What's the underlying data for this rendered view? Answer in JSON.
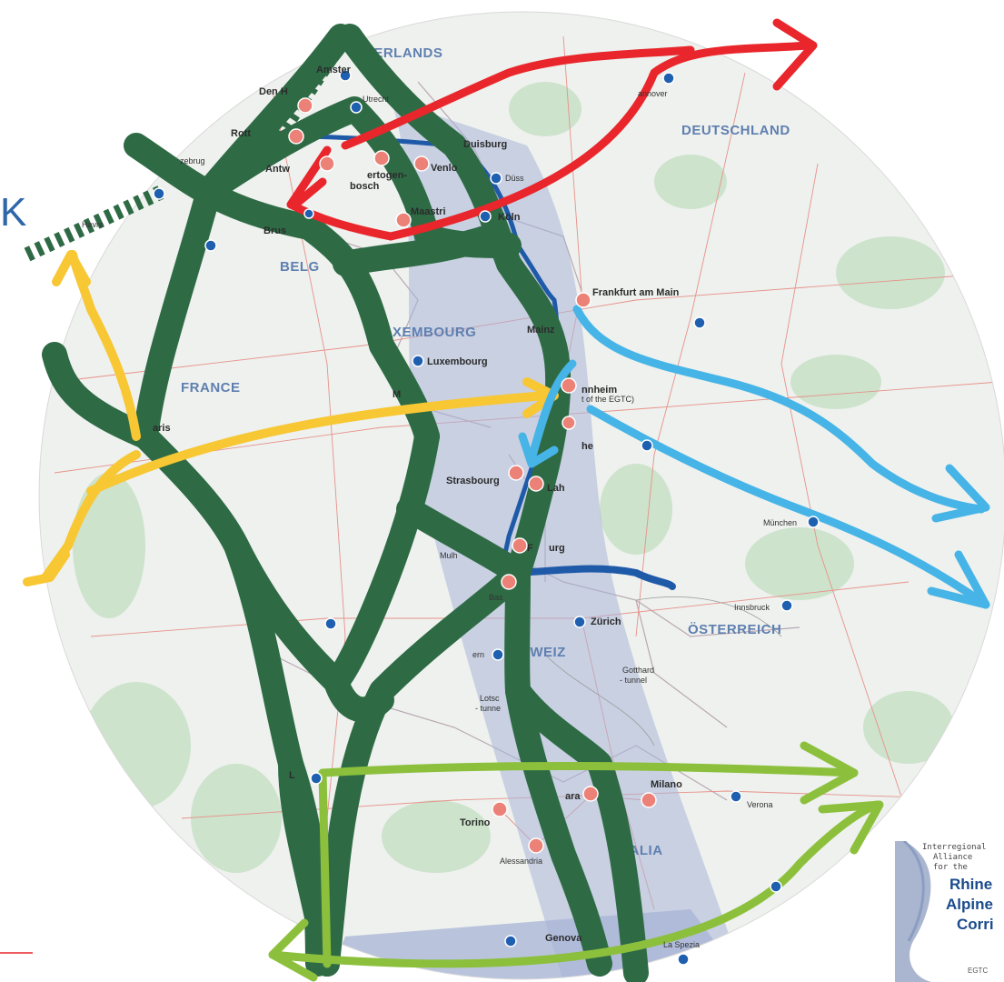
{
  "map": {
    "countries": [
      {
        "name": "DERLANDS"
      },
      {
        "name": "DEUTSCHLAND"
      },
      {
        "name": "BELG"
      },
      {
        "name": "XEMBOURG"
      },
      {
        "name": "FRANCE"
      },
      {
        "name": "HWEIZ"
      },
      {
        "name": "ÖSTERREICH"
      },
      {
        "name": "TALIA"
      }
    ],
    "cities": [
      {
        "name": "Amster"
      },
      {
        "name": "Den H"
      },
      {
        "name": "Utrecht"
      },
      {
        "name": "Rott"
      },
      {
        "name": "Antw"
      },
      {
        "name": "ertogen-"
      },
      {
        "name": "bosch"
      },
      {
        "name": "Venlo"
      },
      {
        "name": "Duisburg"
      },
      {
        "name": "Düss"
      },
      {
        "name": "Maastri"
      },
      {
        "name": "Köln"
      },
      {
        "name": "Brus"
      },
      {
        "name": "zebrug"
      },
      {
        "name": "Havre"
      },
      {
        "name": "annover"
      },
      {
        "name": "Frankfurt am Main"
      },
      {
        "name": "Mainz"
      },
      {
        "name": "Luxembourg"
      },
      {
        "name": "nnheim"
      },
      {
        "name": "t of the EGTC)"
      },
      {
        "name": "aris"
      },
      {
        "name": "he"
      },
      {
        "name": "Strasbourg"
      },
      {
        "name": "Lah"
      },
      {
        "name": "F"
      },
      {
        "name": "urg"
      },
      {
        "name": "Mulh"
      },
      {
        "name": "Bas"
      },
      {
        "name": "Zürich"
      },
      {
        "name": "ern"
      },
      {
        "name": "Gotthard"
      },
      {
        "name": "- tunnel"
      },
      {
        "name": "Lotsc"
      },
      {
        "name": "- tunne"
      },
      {
        "name": "Innsbruck"
      },
      {
        "name": "München"
      },
      {
        "name": "Milano"
      },
      {
        "name": "Verona"
      },
      {
        "name": "Torino"
      },
      {
        "name": "ara"
      },
      {
        "name": "Alessandria"
      },
      {
        "name": "Genova"
      },
      {
        "name": "La Spezia"
      },
      {
        "name": "M"
      },
      {
        "name": "L"
      }
    ],
    "edge_label": "K",
    "colors": {
      "corridor_green": "#2e6b45",
      "red": "#e8262b",
      "yellow": "#f8c734",
      "light_blue": "#46b4e6",
      "lime": "#8cc03c",
      "corridor_band": "#a9b4d8",
      "river": "#1f5aa8",
      "city_red": "#ec8177",
      "city_blue": "#1f5fb0"
    }
  },
  "logo": {
    "line1": "Interregional",
    "line2": "Alliance",
    "line3": "for the",
    "word1": "Rhine",
    "word2": "Alpine",
    "word3": "Corri",
    "suffix": "EGTC"
  }
}
